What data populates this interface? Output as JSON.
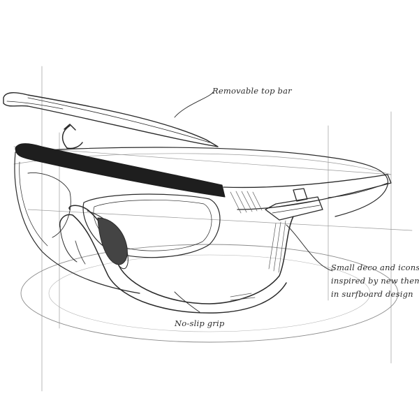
{
  "annotations": {
    "top_bar": "Removable top bar",
    "grip": "No-slip grip",
    "deco_lines": [
      "Small deco and icons",
      "inspired by new themes",
      "in surfboard design"
    ]
  },
  "colors": {
    "ink": "#2a2a2a",
    "light_ink": "#8a8a8a",
    "dark_bar": "#1e1e1e",
    "paper": "#ffffff"
  }
}
